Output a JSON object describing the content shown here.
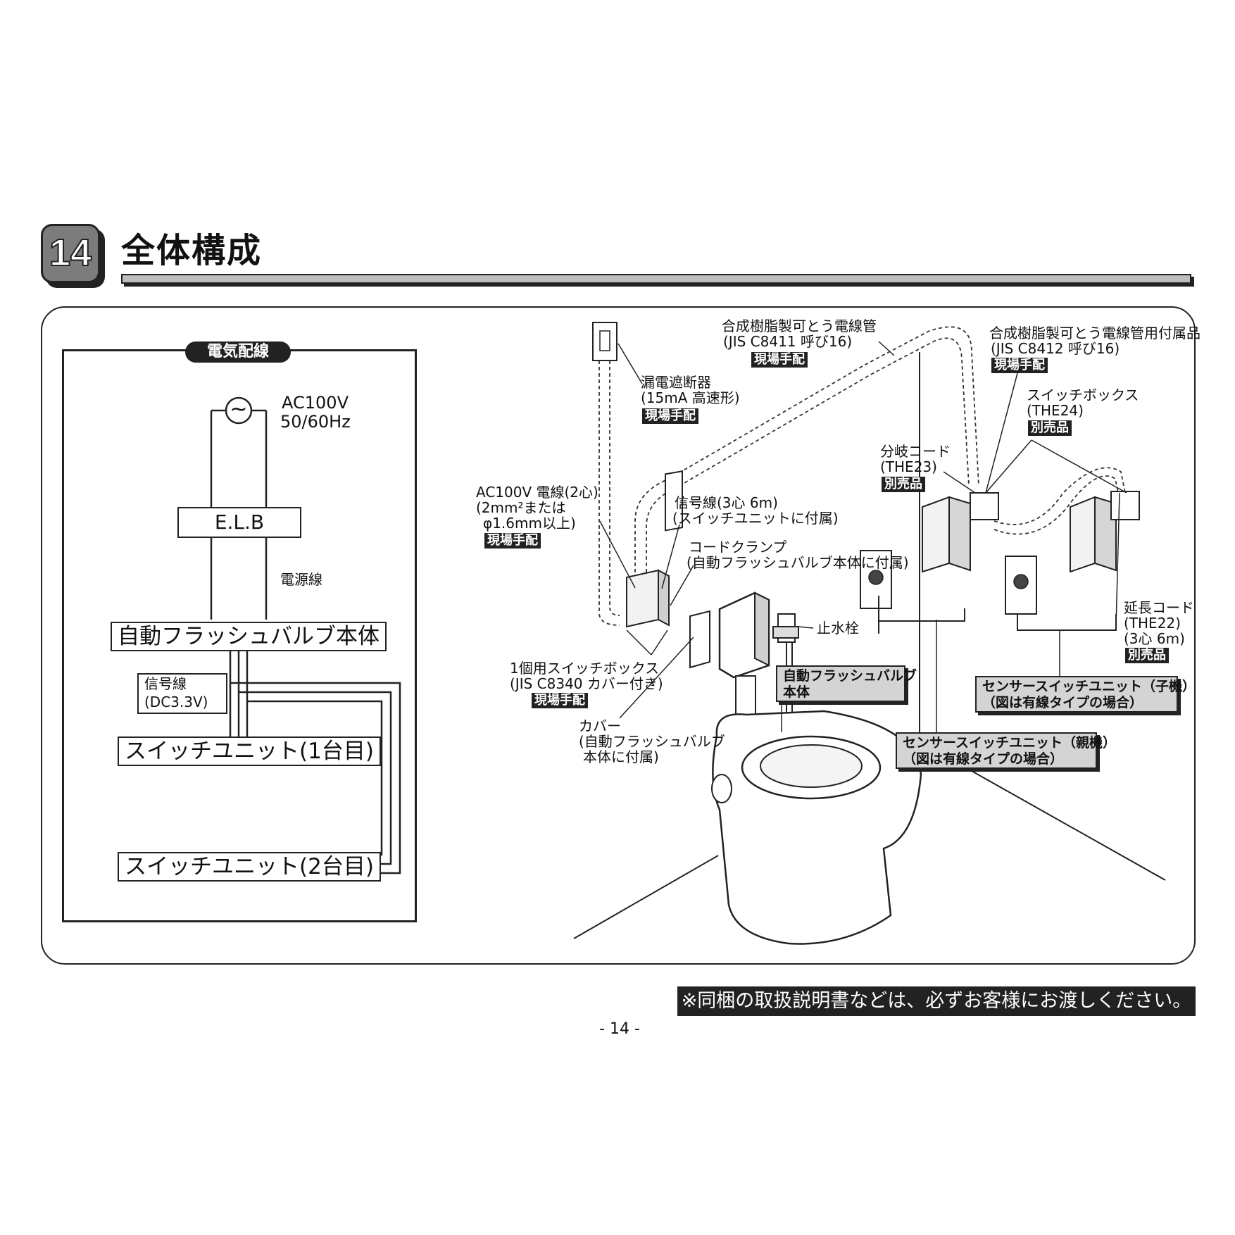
{
  "header": {
    "number": "14",
    "title": "全体構成"
  },
  "wiring": {
    "title": "電気配線",
    "power": "AC100V",
    "freq": "50/60Hz",
    "elb": "E.L.B",
    "power_line": "電源線",
    "body_unit": "自動フラッシュバルブ本体",
    "signal_line": "信号線",
    "signal_voltage": "(DC3.3V)",
    "switch1": "スイッチユニット(1台目)",
    "switch2": "スイッチユニット(2台目)",
    "ac_symbol": "~"
  },
  "labels": {
    "conduit": {
      "l1": "合成樹脂製可とう電線管",
      "l2": "(JIS C8411 呼び16)",
      "tag": "現場手配"
    },
    "conduit_acc": {
      "l1": "合成樹脂製可とう電線管用付属品",
      "l2": "(JIS C8412 呼び16)",
      "tag": "現場手配"
    },
    "breaker": {
      "l1": "漏電遮断器",
      "l2": "(15mA 高速形)",
      "tag": "現場手配"
    },
    "switch_box": {
      "l1": "スイッチボックス",
      "l2": "(THE24)",
      "tag": "別売品"
    },
    "branch_cord": {
      "l1": "分岐コード",
      "l2": "(THE23)",
      "tag": "別売品"
    },
    "ac_cable": {
      "l1": "AC100V 電線(2心)",
      "l2": "(2mm²または",
      "l3": "φ1.6mm以上)",
      "tag": "現場手配"
    },
    "signal_cable": {
      "l1": "信号線(3心 6m)",
      "l2": "(スイッチユニットに付属)"
    },
    "cord_clamp": {
      "l1": "コードクランプ",
      "l2": "(自動フラッシュバルブ本体に付属)"
    },
    "stop_valve": "止水栓",
    "extension_cord": {
      "l1": "延長コード",
      "l2": "(THE22)",
      "l3": "(3心 6m)",
      "tag": "別売品"
    },
    "single_box": {
      "l1": "1個用スイッチボックス",
      "l2": "(JIS C8340 カバー付き)",
      "tag": "現場手配"
    },
    "cover": {
      "l1": "カバー",
      "l2": "(自動フラッシュバルブ",
      "l3": "本体に付属)"
    },
    "valve_body": {
      "l1": "自動フラッシュバルブ",
      "l2": "本体"
    },
    "sensor_child": {
      "l1": "センサースイッチユニット（子機）",
      "l2": "（図は有線タイプの場合）"
    },
    "sensor_parent": {
      "l1": "センサースイッチユニット（親機）",
      "l2": "（図は有線タイプの場合）"
    }
  },
  "footer": {
    "note": "※同梱の取扱説明書などは、必ずお客様にお渡しください。",
    "page": "- 14 -"
  }
}
